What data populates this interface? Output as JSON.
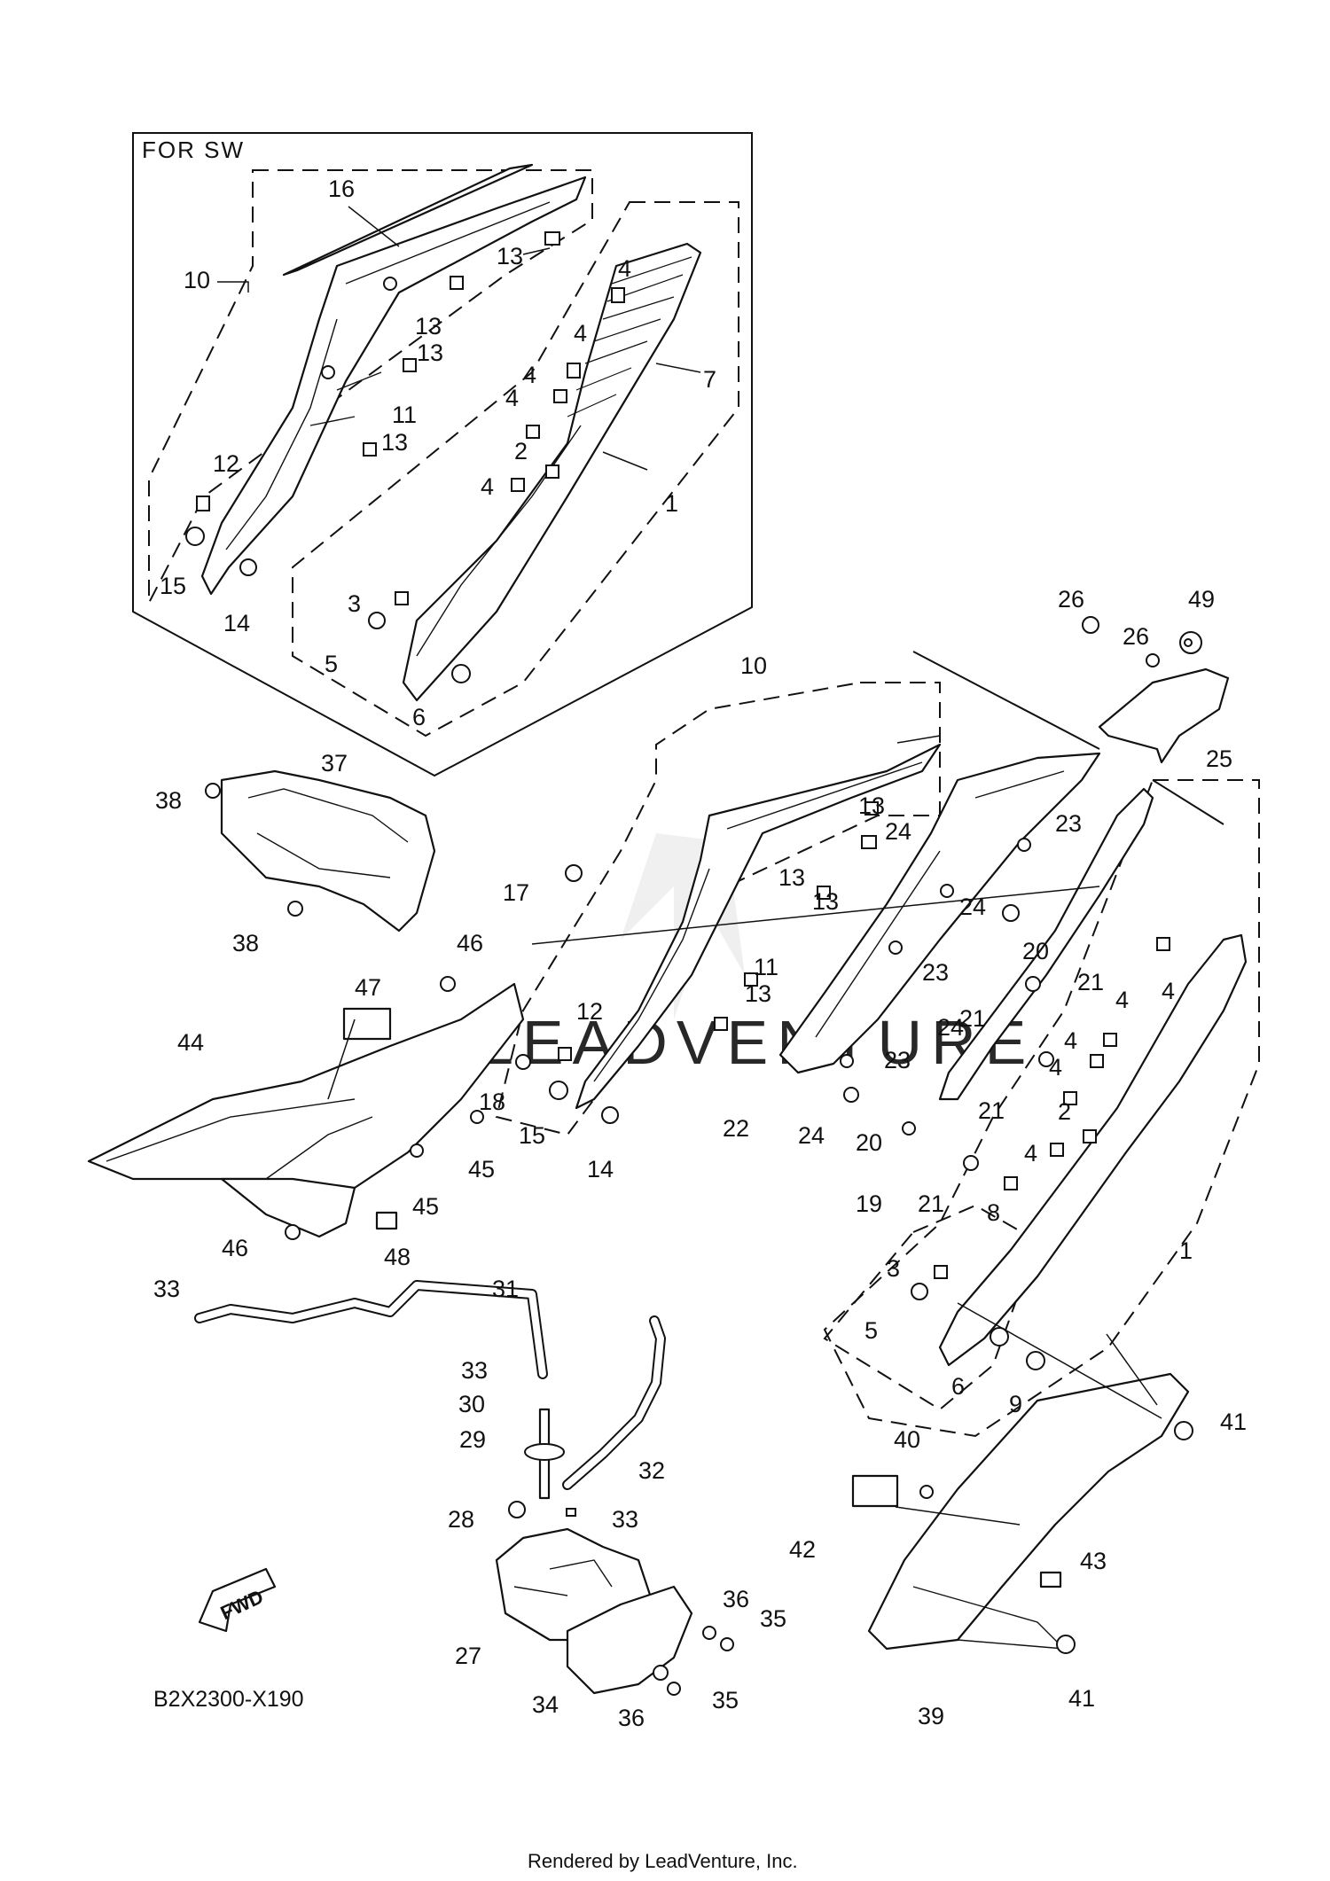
{
  "inset": {
    "title": "FOR  SW"
  },
  "diagram_code": "B2X2300-X190",
  "fwd_label": "FWD",
  "footer": "Rendered by LeadVenture, Inc.",
  "callouts": [
    {
      "id": "c16",
      "text": "16"
    },
    {
      "id": "c10a",
      "text": "10"
    },
    {
      "id": "c13a",
      "text": "13"
    },
    {
      "id": "c4a",
      "text": "4"
    },
    {
      "id": "c13b",
      "text": "13"
    },
    {
      "id": "c4b",
      "text": "4"
    },
    {
      "id": "c13c",
      "text": "13"
    },
    {
      "id": "c7",
      "text": "7"
    },
    {
      "id": "c4c",
      "text": "4"
    },
    {
      "id": "c11a",
      "text": "11"
    },
    {
      "id": "c4d",
      "text": "4"
    },
    {
      "id": "c13d",
      "text": "13"
    },
    {
      "id": "c2a",
      "text": "2"
    },
    {
      "id": "c12a",
      "text": "12"
    },
    {
      "id": "c4e",
      "text": "4"
    },
    {
      "id": "c1a",
      "text": "1"
    },
    {
      "id": "c15a",
      "text": "15"
    },
    {
      "id": "c14a",
      "text": "14"
    },
    {
      "id": "c3a",
      "text": "3"
    },
    {
      "id": "c5a",
      "text": "5"
    },
    {
      "id": "c6a",
      "text": "6"
    },
    {
      "id": "c26a",
      "text": "26"
    },
    {
      "id": "c49",
      "text": "49"
    },
    {
      "id": "c26b",
      "text": "26"
    },
    {
      "id": "c10b",
      "text": "10"
    },
    {
      "id": "c25",
      "text": "25"
    },
    {
      "id": "c37",
      "text": "37"
    },
    {
      "id": "c38a",
      "text": "38"
    },
    {
      "id": "c13e",
      "text": "13"
    },
    {
      "id": "c24a",
      "text": "24"
    },
    {
      "id": "c23a",
      "text": "23"
    },
    {
      "id": "c13f",
      "text": "13"
    },
    {
      "id": "c17",
      "text": "17"
    },
    {
      "id": "c13g",
      "text": "13"
    },
    {
      "id": "c24b",
      "text": "24"
    },
    {
      "id": "c20a",
      "text": "20"
    },
    {
      "id": "c38b",
      "text": "38"
    },
    {
      "id": "c46a",
      "text": "46"
    },
    {
      "id": "c11b",
      "text": "11"
    },
    {
      "id": "c23b",
      "text": "23"
    },
    {
      "id": "c21a",
      "text": "21"
    },
    {
      "id": "c21b",
      "text": "21"
    },
    {
      "id": "c4f",
      "text": "4"
    },
    {
      "id": "c13h",
      "text": "13"
    },
    {
      "id": "c47",
      "text": "47"
    },
    {
      "id": "c24c",
      "text": "24"
    },
    {
      "id": "c4g",
      "text": "4"
    },
    {
      "id": "c44",
      "text": "44"
    },
    {
      "id": "c12b",
      "text": "12"
    },
    {
      "id": "c4h",
      "text": "4"
    },
    {
      "id": "c23c",
      "text": "23"
    },
    {
      "id": "c4i",
      "text": "4"
    },
    {
      "id": "c18",
      "text": "18"
    },
    {
      "id": "c21c",
      "text": "21"
    },
    {
      "id": "c2b",
      "text": "2"
    },
    {
      "id": "c15b",
      "text": "15"
    },
    {
      "id": "c22",
      "text": "22"
    },
    {
      "id": "c24d",
      "text": "24"
    },
    {
      "id": "c20b",
      "text": "20"
    },
    {
      "id": "c4j",
      "text": "4"
    },
    {
      "id": "c45a",
      "text": "45"
    },
    {
      "id": "c14b",
      "text": "14"
    },
    {
      "id": "c45b",
      "text": "45"
    },
    {
      "id": "c19",
      "text": "19"
    },
    {
      "id": "c21d",
      "text": "21"
    },
    {
      "id": "c8",
      "text": "8"
    },
    {
      "id": "c1b",
      "text": "1"
    },
    {
      "id": "c46b",
      "text": "46"
    },
    {
      "id": "c48",
      "text": "48"
    },
    {
      "id": "c33a",
      "text": "33"
    },
    {
      "id": "c31",
      "text": "31"
    },
    {
      "id": "c3b",
      "text": "3"
    },
    {
      "id": "c5b",
      "text": "5"
    },
    {
      "id": "c33b",
      "text": "33"
    },
    {
      "id": "c6b",
      "text": "6"
    },
    {
      "id": "c9",
      "text": "9"
    },
    {
      "id": "c30",
      "text": "30"
    },
    {
      "id": "c41a",
      "text": "41"
    },
    {
      "id": "c29",
      "text": "29"
    },
    {
      "id": "c40",
      "text": "40"
    },
    {
      "id": "c32",
      "text": "32"
    },
    {
      "id": "c28",
      "text": "28"
    },
    {
      "id": "c33c",
      "text": "33"
    },
    {
      "id": "c42",
      "text": "42"
    },
    {
      "id": "c43",
      "text": "43"
    },
    {
      "id": "c36a",
      "text": "36"
    },
    {
      "id": "c35a",
      "text": "35"
    },
    {
      "id": "c27",
      "text": "27"
    },
    {
      "id": "c34",
      "text": "34"
    },
    {
      "id": "c36b",
      "text": "36"
    },
    {
      "id": "c35b",
      "text": "35"
    },
    {
      "id": "c41b",
      "text": "41"
    },
    {
      "id": "c39",
      "text": "39"
    }
  ]
}
